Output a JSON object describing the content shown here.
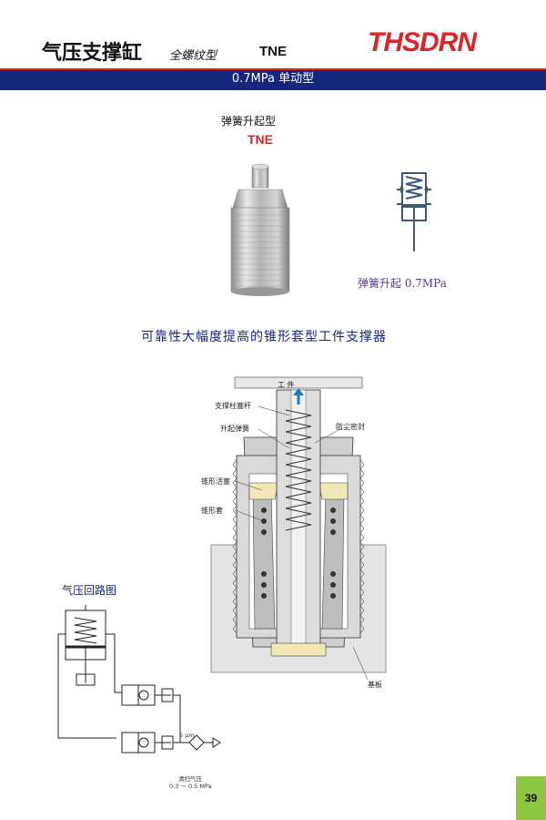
{
  "header": {
    "title": "气压支撑缸",
    "subtitle": "全螺纹型",
    "model": "TNE",
    "brand": "THSDRN",
    "spec_bar": "0.7MPa   单动型"
  },
  "product": {
    "caption_type": "弹簧升起型",
    "caption_model": "TNE"
  },
  "symbol": {
    "caption": "弹簧升起  0.7MPa"
  },
  "section": {
    "heading": "可靠性大幅度提高的锥形套型工件支撑器",
    "labels": {
      "workpiece": "工 件",
      "support_rod": "支撑柱塞杆",
      "lift_spring": "升起弹簧",
      "dust_seal": "防尘密封",
      "cone_piston": "锥形活塞",
      "cone_sleeve": "锥形套",
      "base": "基板"
    }
  },
  "circuit": {
    "heading": "气压回路图",
    "filter": "5 μm",
    "supply_label": "清扫气压",
    "supply_range": "0.3 ～ 0.5 MPa"
  },
  "footer": {
    "page_number": "39"
  },
  "colors": {
    "brand_red": "#d8262a",
    "bar_navy": "#16267a",
    "page_green": "#8dc63f",
    "caption_purple": "#5a3a8c"
  }
}
